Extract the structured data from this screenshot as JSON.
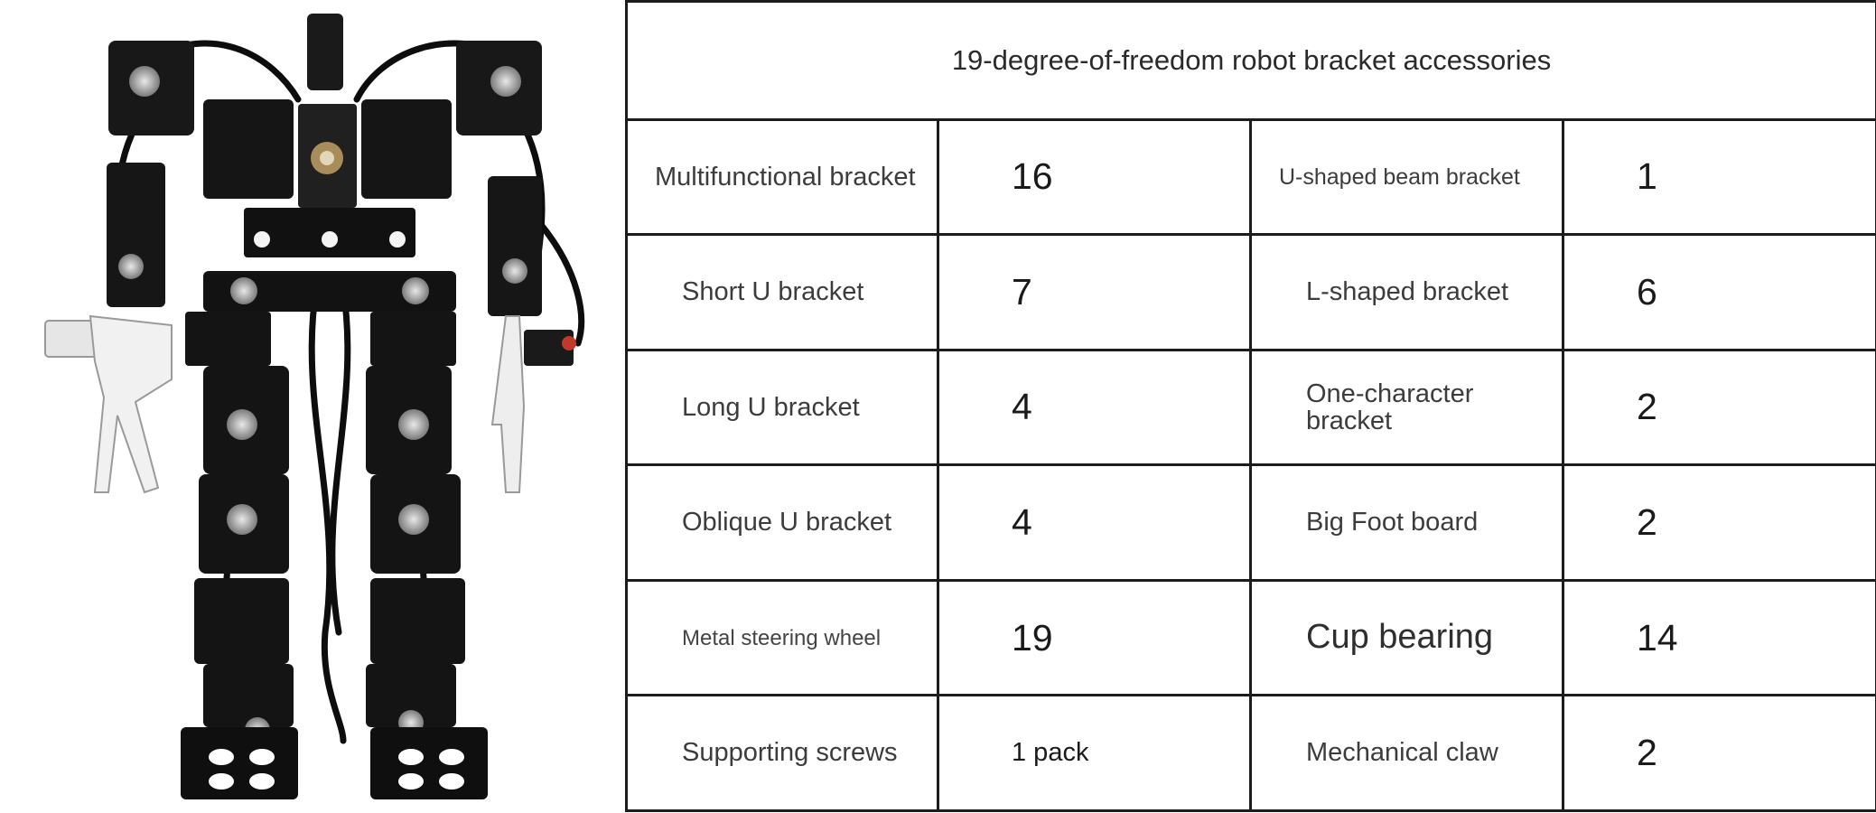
{
  "image": {
    "subject": "robot-photo"
  },
  "table": {
    "title": "19-degree-of-freedom robot bracket accessories",
    "rows": [
      {
        "left_label": "Multifunctional bracket",
        "left_value": "16",
        "right_label": "U-shaped beam bracket",
        "right_value": "1"
      },
      {
        "left_label": "Short U bracket",
        "left_value": "7",
        "right_label": "L-shaped bracket",
        "right_value": "6"
      },
      {
        "left_label": "Long U bracket",
        "left_value": "4",
        "right_label": "One-character bracket",
        "right_value": "2"
      },
      {
        "left_label": "Oblique U bracket",
        "left_value": "4",
        "right_label": "Big Foot board",
        "right_value": "2"
      },
      {
        "left_label": "Metal steering wheel",
        "left_value": "19",
        "right_label": "Cup bearing",
        "right_value": "14"
      },
      {
        "left_label": "Supporting screws",
        "left_value": "1 pack",
        "right_label": "Mechanical claw",
        "right_value": "2"
      }
    ]
  },
  "colors": {
    "border": "#1c1c1c",
    "robot_body": "#141414",
    "metal": "#cfd2d6"
  }
}
